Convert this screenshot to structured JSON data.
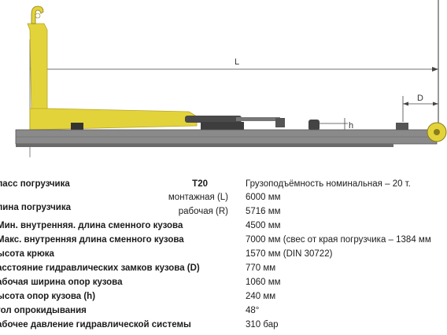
{
  "diagram": {
    "dimensions": {
      "length": "L",
      "hook_distance": "D",
      "height": "h"
    },
    "colors": {
      "body": "#e3d33a",
      "body_dark": "#c8b42a",
      "chassis": "#8a8a8a",
      "chassis_dark": "#555555",
      "line": "#444444"
    }
  },
  "specs": {
    "header": {
      "param": "ласс погрузчика",
      "model": "T20",
      "value": "Грузоподъёмность номинальная – 20 т."
    },
    "rows": [
      {
        "param": "лина погрузчика",
        "sub": "монтажная (L)",
        "value": "6000 мм"
      },
      {
        "param": "",
        "sub": "рабочая (R)",
        "value": "5716 мм"
      },
      {
        "param": "Мин. внутренняя. длина сменного кузова",
        "sub": "",
        "value": "4500 мм"
      },
      {
        "param": "Макс. внутренняя длина сменного кузова",
        "sub": "",
        "value": "7000 мм (свес от края погрузчика – 1384 мм"
      },
      {
        "param": "ысота крюка",
        "sub": "",
        "value": "1570 мм (DIN 30722)"
      },
      {
        "param": "асстояние гидравлических замков кузова (D)",
        "sub": "",
        "value": "770 мм"
      },
      {
        "param": "абочая ширина опор кузова",
        "sub": "",
        "value": "1060 мм"
      },
      {
        "param": "ысота опор кузова (h)",
        "sub": "",
        "value": "240 мм"
      },
      {
        "param": "гол опрокидывания",
        "sub": "",
        "value": "48°"
      },
      {
        "param": "абочее давление гидравлической системы",
        "sub": "",
        "value": "310 бар"
      }
    ]
  }
}
